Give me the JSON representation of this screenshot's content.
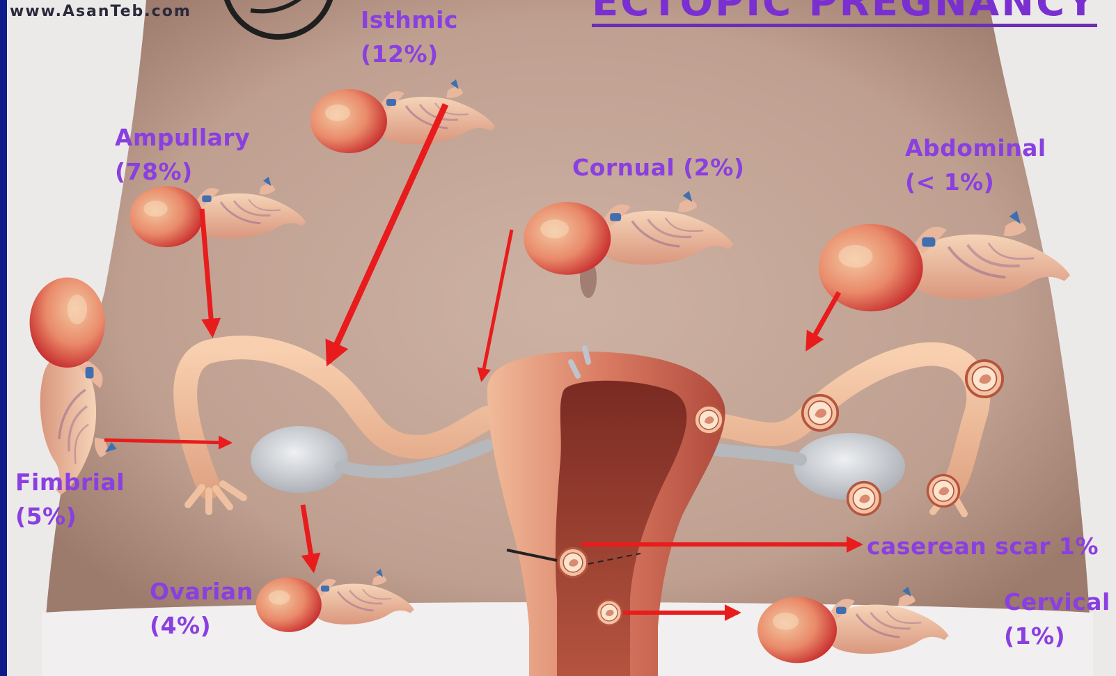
{
  "watermark": "www.AsanTeb.com",
  "title": "ECTOPIC PREGNANCY",
  "colors": {
    "label": "#8a3fe0",
    "title": "#7a2fd0",
    "arrow": "#e81c1c",
    "frame": "#0c1a8a",
    "skin": "#c9a897"
  },
  "sites": [
    {
      "key": "isthmic",
      "name": "Isthmic",
      "pct": "(12%)"
    },
    {
      "key": "ampullary",
      "name": "Ampullary",
      "pct": "(78%)"
    },
    {
      "key": "cornual",
      "name": "Cornual (2%)",
      "pct": ""
    },
    {
      "key": "abdominal",
      "name": "Abdominal",
      "pct": "(< 1%)"
    },
    {
      "key": "fimbrial",
      "name": "Fimbrial",
      "pct": "(5%)"
    },
    {
      "key": "ovarian",
      "name": "Ovarian",
      "pct": "(4%)"
    },
    {
      "key": "caesarean",
      "name": "caserean scar 1%",
      "pct": ""
    },
    {
      "key": "cervical",
      "name": "Cervical",
      "pct": "(1%)"
    }
  ]
}
